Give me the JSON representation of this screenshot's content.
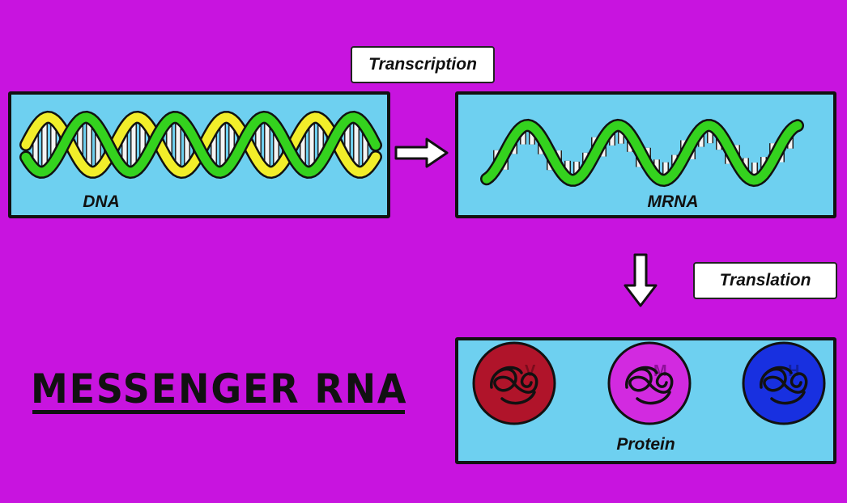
{
  "steps": {
    "transcription": "Transcription",
    "translation": "Translation"
  },
  "panels": {
    "dna": {
      "label": "DNA"
    },
    "mrna": {
      "label": "MRNA"
    },
    "protein": {
      "label": "Protein",
      "items": [
        {
          "letter": "V",
          "color": "#B0142A"
        },
        {
          "letter": "M",
          "color": "#D22AE0"
        },
        {
          "letter": "H",
          "color": "#1830E0"
        }
      ]
    }
  },
  "title": "MESSENGER RNA",
  "colors": {
    "background": "#C814DF",
    "panel": "#6ED0F0",
    "dna_strand_a": "#F2EE2A",
    "dna_strand_b": "#34D21E",
    "base_pairs": "#F4F4F4"
  }
}
